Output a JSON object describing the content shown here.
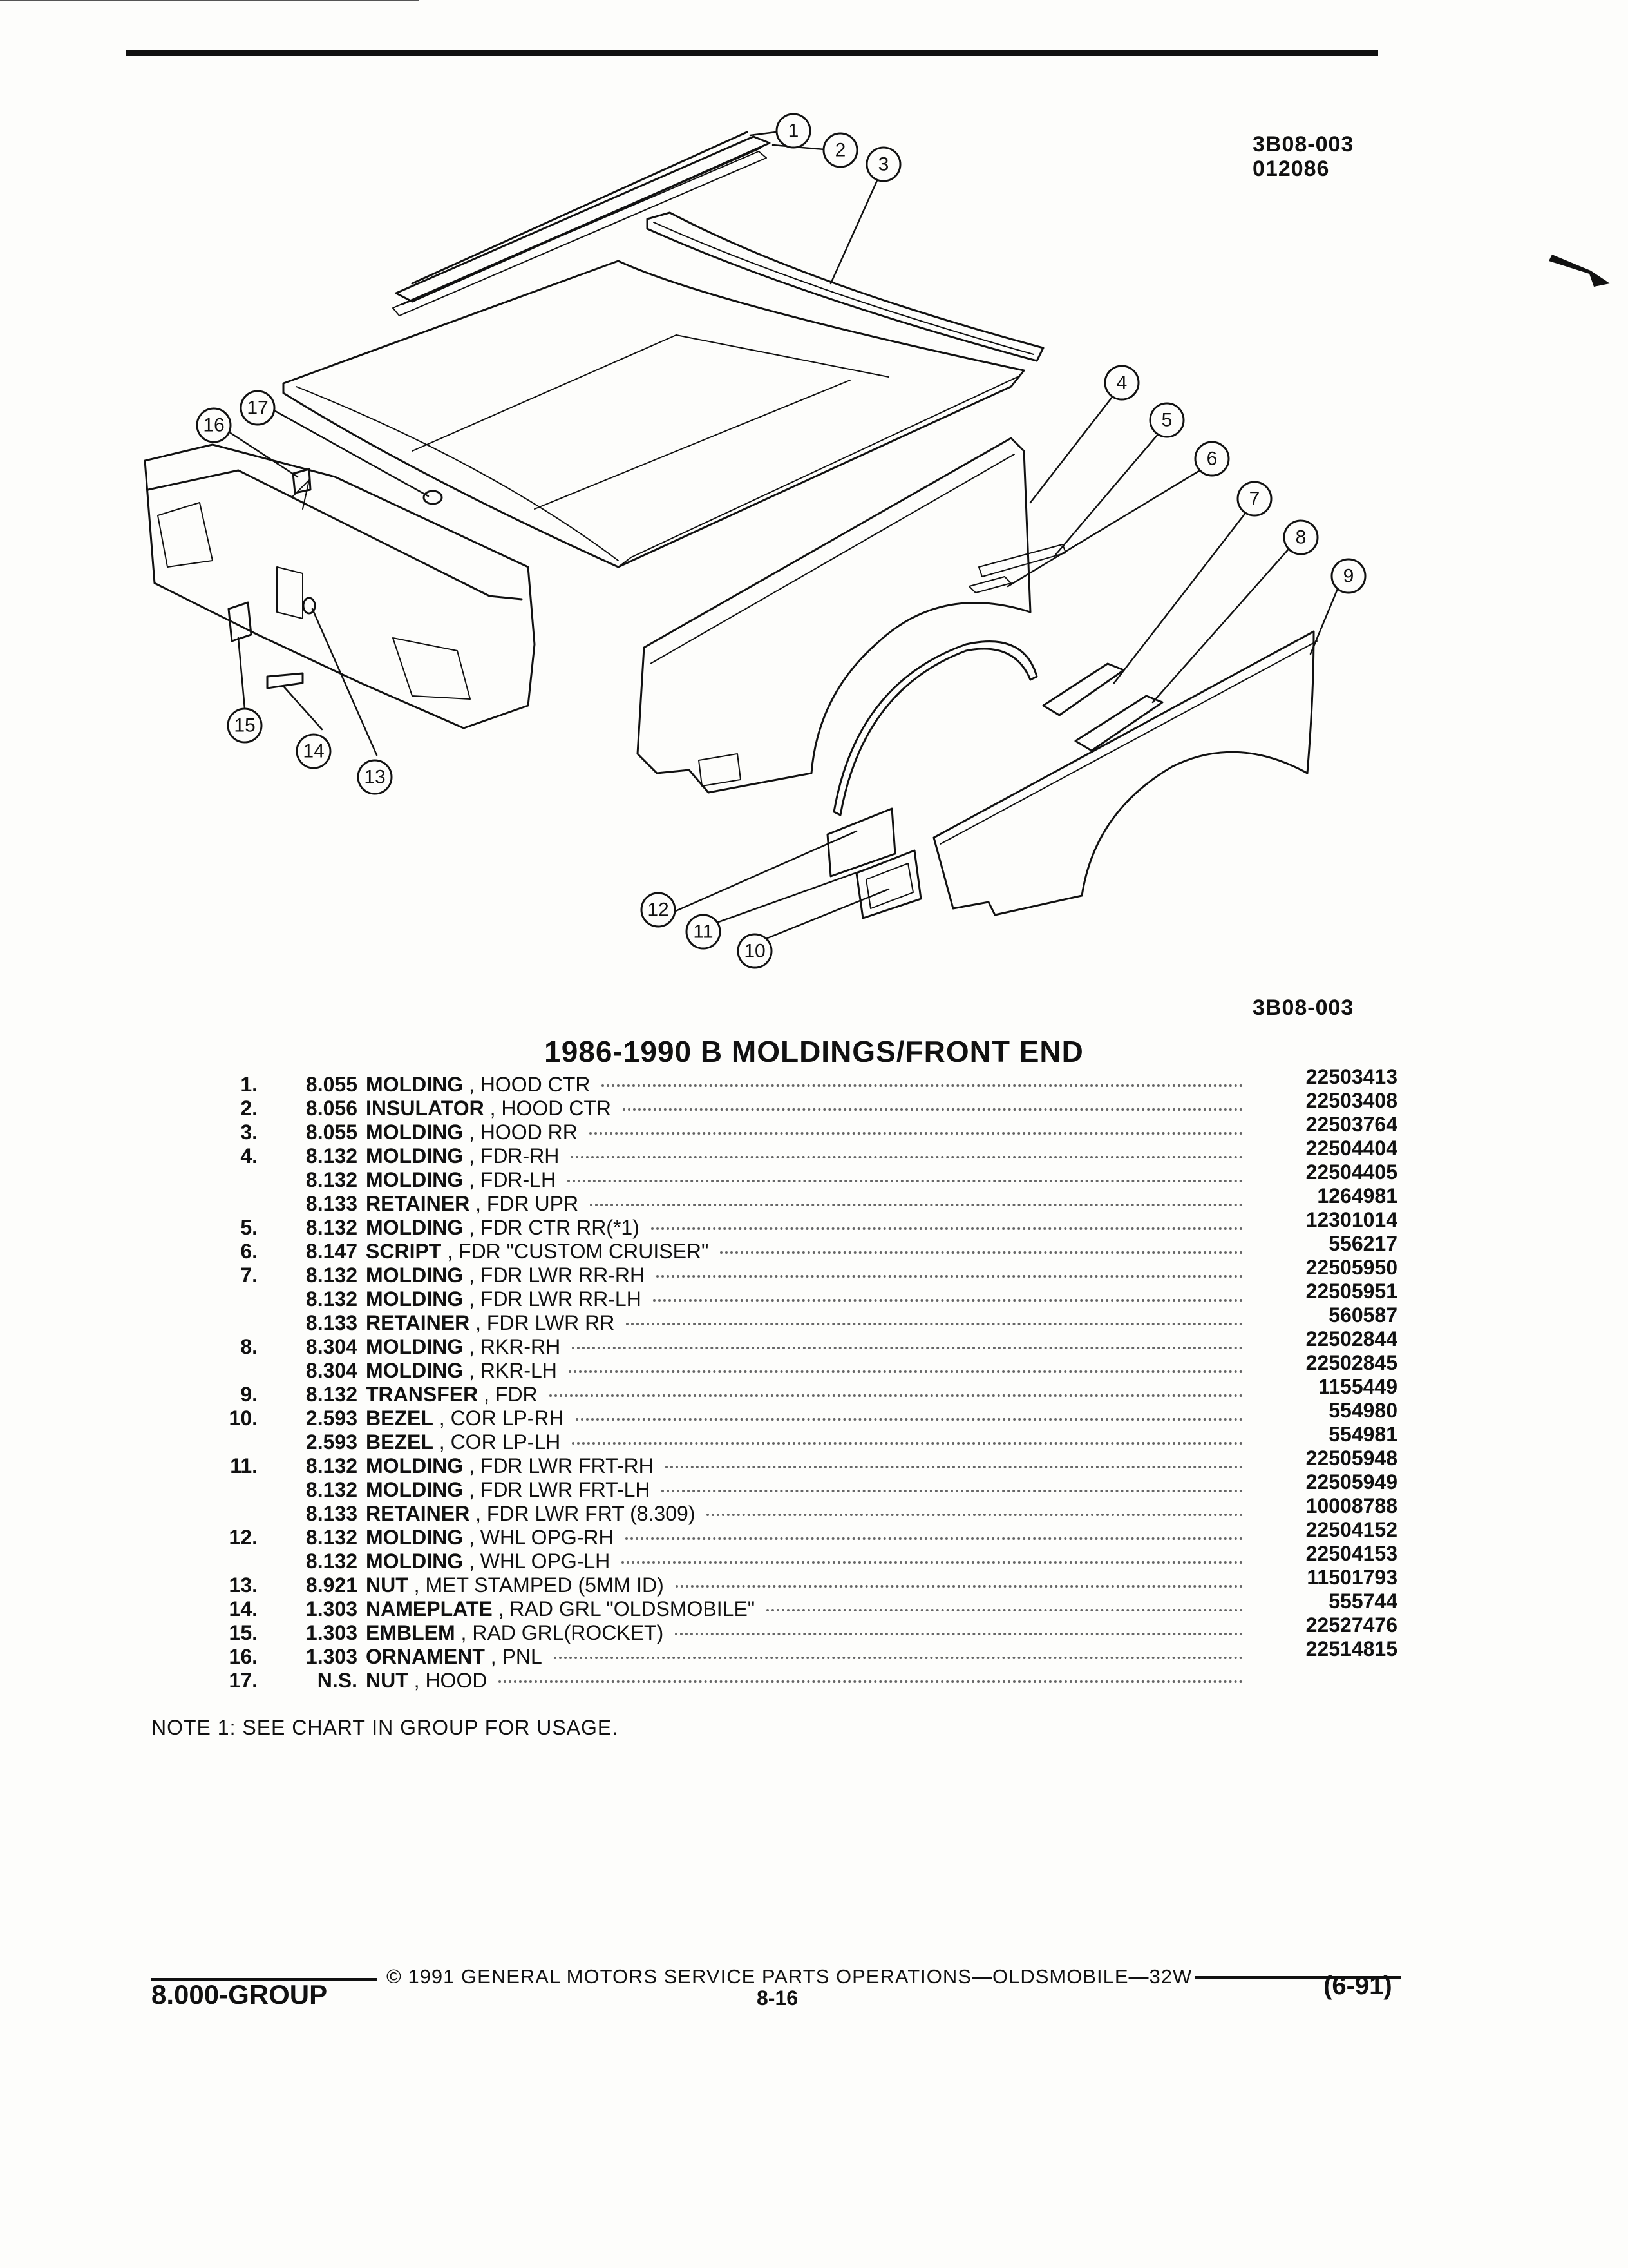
{
  "header": {
    "ref_code": "3B08-003",
    "date_code": "012086"
  },
  "figure": {
    "ref_code": "3B08-003",
    "callouts": [
      "1",
      "2",
      "3",
      "4",
      "5",
      "6",
      "7",
      "8",
      "9",
      "10",
      "11",
      "12",
      "13",
      "14",
      "15",
      "16",
      "17"
    ]
  },
  "title": "1986-1990 B MOLDINGS/FRONT END",
  "parts": [
    {
      "item": "1.",
      "group": "8.055",
      "name": "MOLDING",
      "detail": "HOOD CTR",
      "part_no": "22503413"
    },
    {
      "item": "2.",
      "group": "8.056",
      "name": "INSULATOR",
      "detail": "HOOD CTR",
      "part_no": "22503408"
    },
    {
      "item": "3.",
      "group": "8.055",
      "name": "MOLDING",
      "detail": "HOOD RR",
      "part_no": "22503764"
    },
    {
      "item": "4.",
      "group": "8.132",
      "name": "MOLDING",
      "detail": "FDR-RH",
      "part_no": "22504404"
    },
    {
      "item": "",
      "group": "8.132",
      "name": "MOLDING",
      "detail": "FDR-LH",
      "part_no": "22504405"
    },
    {
      "item": "",
      "group": "8.133",
      "name": "RETAINER",
      "detail": "FDR UPR",
      "part_no": "1264981"
    },
    {
      "item": "5.",
      "group": "8.132",
      "name": "MOLDING",
      "detail": "FDR CTR RR(*1)",
      "part_no": "12301014"
    },
    {
      "item": "6.",
      "group": "8.147",
      "name": "SCRIPT",
      "detail": "FDR \"CUSTOM CRUISER\"",
      "part_no": "556217"
    },
    {
      "item": "7.",
      "group": "8.132",
      "name": "MOLDING",
      "detail": "FDR LWR RR-RH",
      "part_no": "22505950"
    },
    {
      "item": "",
      "group": "8.132",
      "name": "MOLDING",
      "detail": "FDR LWR RR-LH",
      "part_no": "22505951"
    },
    {
      "item": "",
      "group": "8.133",
      "name": "RETAINER",
      "detail": "FDR LWR RR",
      "part_no": "560587"
    },
    {
      "item": "8.",
      "group": "8.304",
      "name": "MOLDING",
      "detail": "RKR-RH",
      "part_no": "22502844"
    },
    {
      "item": "",
      "group": "8.304",
      "name": "MOLDING",
      "detail": "RKR-LH",
      "part_no": "22502845"
    },
    {
      "item": "9.",
      "group": "8.132",
      "name": "TRANSFER",
      "detail": "FDR",
      "part_no": "1155449"
    },
    {
      "item": "10.",
      "group": "2.593",
      "name": "BEZEL",
      "detail": "COR LP-RH",
      "part_no": "554980"
    },
    {
      "item": "",
      "group": "2.593",
      "name": "BEZEL",
      "detail": "COR LP-LH",
      "part_no": "554981"
    },
    {
      "item": "11.",
      "group": "8.132",
      "name": "MOLDING",
      "detail": "FDR LWR FRT-RH",
      "part_no": "22505948"
    },
    {
      "item": "",
      "group": "8.132",
      "name": "MOLDING",
      "detail": "FDR LWR FRT-LH",
      "part_no": "22505949"
    },
    {
      "item": "",
      "group": "8.133",
      "name": "RETAINER",
      "detail": "FDR LWR FRT (8.309)",
      "part_no": "10008788"
    },
    {
      "item": "12.",
      "group": "8.132",
      "name": "MOLDING",
      "detail": "WHL OPG-RH",
      "part_no": "22504152"
    },
    {
      "item": "",
      "group": "8.132",
      "name": "MOLDING",
      "detail": "WHL OPG-LH",
      "part_no": "22504153"
    },
    {
      "item": "13.",
      "group": "8.921",
      "name": "NUT",
      "detail": "MET STAMPED (5MM ID)",
      "part_no": "11501793"
    },
    {
      "item": "14.",
      "group": "1.303",
      "name": "NAMEPLATE",
      "detail": "RAD GRL \"OLDSMOBILE\"",
      "part_no": "555744"
    },
    {
      "item": "15.",
      "group": "1.303",
      "name": "EMBLEM",
      "detail": "RAD GRL(ROCKET)",
      "part_no": "22527476"
    },
    {
      "item": "16.",
      "group": "1.303",
      "name": "ORNAMENT",
      "detail": "PNL",
      "part_no": "22514815"
    },
    {
      "item": "17.",
      "group": "N.S.",
      "name": "NUT",
      "detail": "HOOD",
      "part_no": ""
    }
  ],
  "note": "NOTE  1:  SEE CHART IN GROUP FOR USAGE.",
  "footer": {
    "copyright": "© 1991 GENERAL MOTORS SERVICE PARTS OPERATIONS—OLDSMOBILE—32W",
    "group": "8.000-GROUP",
    "page": "8-16",
    "date": "(6-91)"
  }
}
